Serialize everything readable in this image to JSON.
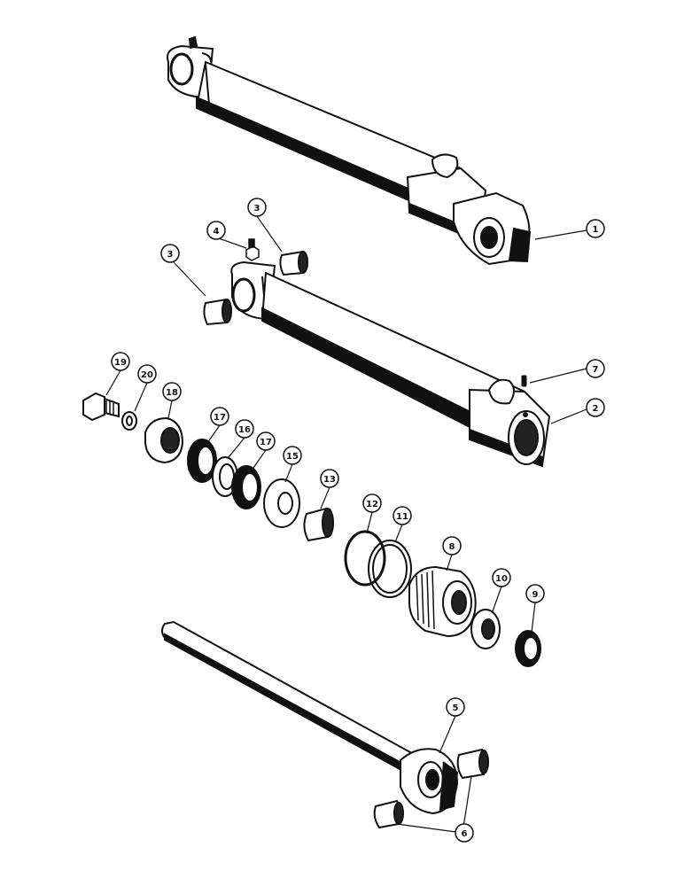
{
  "diagram": {
    "type": "exploded-parts-view",
    "subject": "hydraulic cylinder",
    "colors": {
      "ink": "#111111",
      "paper": "#ffffff",
      "shade": "#1a1a1a"
    },
    "callouts": [
      {
        "id": "c1",
        "label": "1",
        "part": "cylinder-assembly"
      },
      {
        "id": "c2",
        "label": "2",
        "part": "cylinder-barrel"
      },
      {
        "id": "c3a",
        "label": "3",
        "part": "bushing"
      },
      {
        "id": "c3b",
        "label": "3",
        "part": "bushing"
      },
      {
        "id": "c4",
        "label": "4",
        "part": "grease-fitting"
      },
      {
        "id": "c5",
        "label": "5",
        "part": "piston-rod"
      },
      {
        "id": "c6",
        "label": "6",
        "part": "rod-bushing"
      },
      {
        "id": "c7",
        "label": "7",
        "part": "set-screw"
      },
      {
        "id": "c8",
        "label": "8",
        "part": "gland"
      },
      {
        "id": "c9",
        "label": "9",
        "part": "wiper"
      },
      {
        "id": "c10",
        "label": "10",
        "part": "rod-seal"
      },
      {
        "id": "c11",
        "label": "11",
        "part": "backup-ring"
      },
      {
        "id": "c12",
        "label": "12",
        "part": "o-ring"
      },
      {
        "id": "c13",
        "label": "13",
        "part": "spacer"
      },
      {
        "id": "c15",
        "label": "15",
        "part": "washer"
      },
      {
        "id": "c16",
        "label": "16",
        "part": "wear-ring"
      },
      {
        "id": "c17a",
        "label": "17",
        "part": "piston-seal"
      },
      {
        "id": "c17b",
        "label": "17",
        "part": "piston-seal"
      },
      {
        "id": "c18",
        "label": "18",
        "part": "piston"
      },
      {
        "id": "c19",
        "label": "19",
        "part": "bolt"
      },
      {
        "id": "c20",
        "label": "20",
        "part": "lock-washer"
      }
    ]
  }
}
